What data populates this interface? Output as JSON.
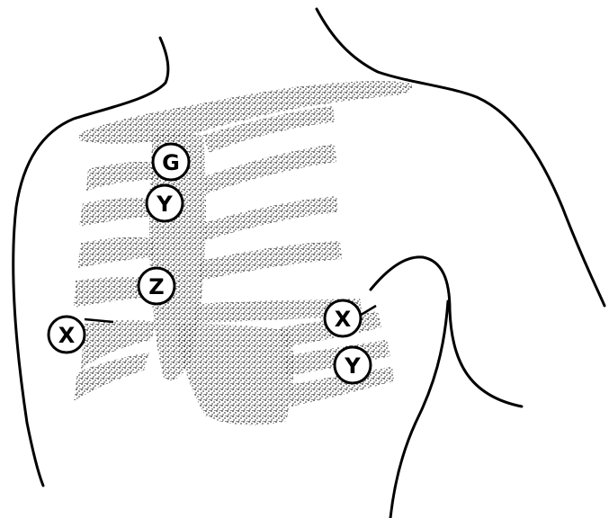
{
  "colors": {
    "background": "#ffffff",
    "ink": "#000000",
    "stipple": "#1a1a1a"
  },
  "markers": [
    {
      "id": "g",
      "label": "G"
    },
    {
      "id": "y-upper",
      "label": "Y"
    },
    {
      "id": "z",
      "label": "Z"
    },
    {
      "id": "x-left",
      "label": "X"
    },
    {
      "id": "x-right",
      "label": "X"
    },
    {
      "id": "y-lower",
      "label": "Y"
    }
  ]
}
